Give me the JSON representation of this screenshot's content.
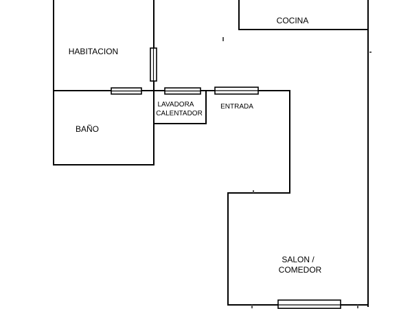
{
  "rooms": {
    "cocina": "COCINA",
    "habitacion": "HABITACION",
    "bano": "BAÑO",
    "lavadora_line1": "LAVADORA",
    "lavadora_line2": "CALENTADOR",
    "entrada": "ENTRADA",
    "salon_line1": "SALON /",
    "salon_line2": "COMEDOR"
  },
  "colors": {
    "wall": "#000000",
    "background": "#ffffff"
  }
}
